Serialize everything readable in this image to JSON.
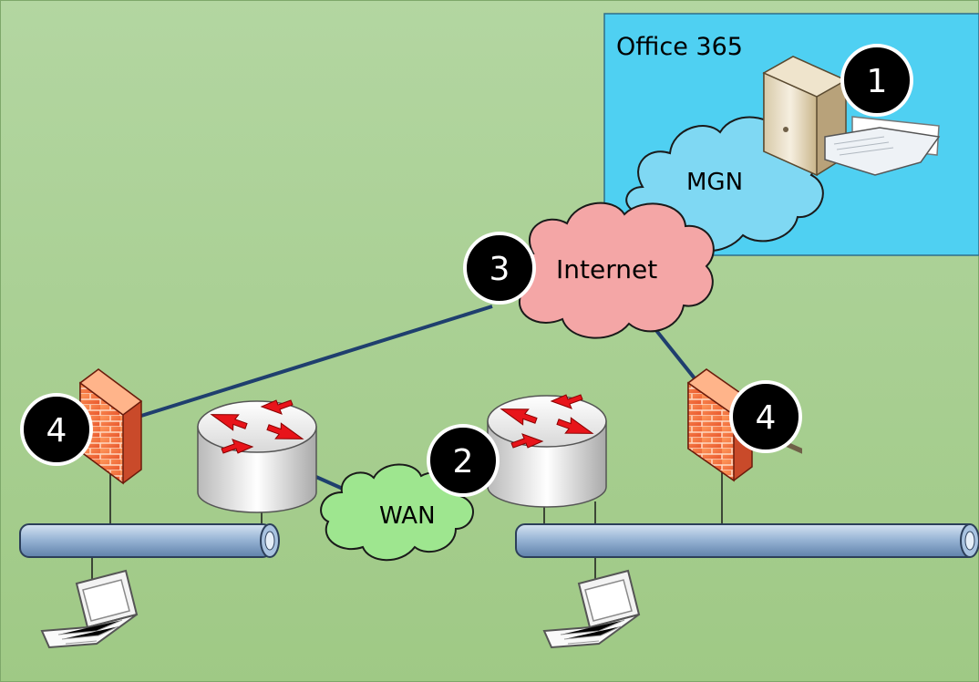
{
  "diagram": {
    "office_label": "Office 365",
    "clouds": {
      "mgn": "MGN",
      "internet": "Internet",
      "wan": "WAN"
    },
    "markers": {
      "server": "1",
      "router": "2",
      "internet": "3",
      "firewall_left": "4",
      "firewall_right": "4"
    },
    "colors": {
      "background": "#a9cf93",
      "office_area": "#4fd0f2",
      "mgn_cloud": "#7fd8f3",
      "internet_cloud": "#f4a6a6",
      "wan_cloud": "#9ee68f",
      "link": "#1f3f6e",
      "marker": "#000000"
    },
    "icons": [
      "server-icon",
      "router-icon",
      "firewall-icon",
      "laptop-icon",
      "lan-bus-icon"
    ]
  }
}
